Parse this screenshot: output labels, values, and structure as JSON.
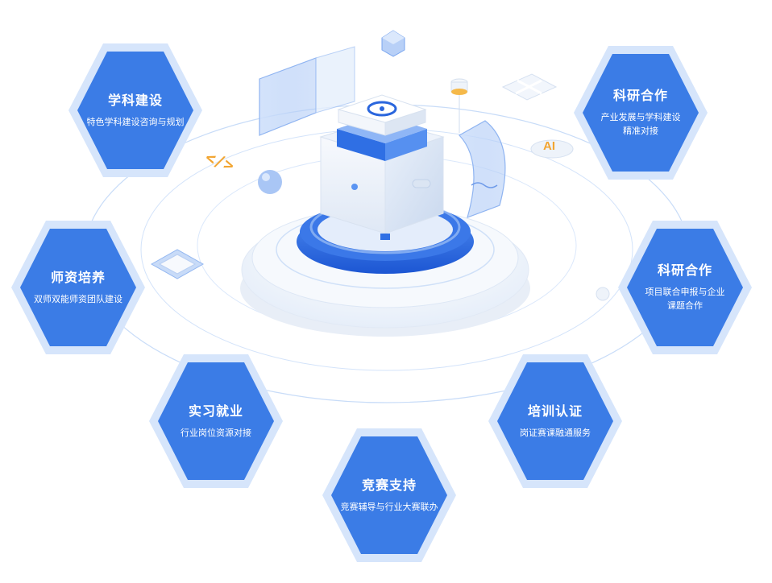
{
  "nodes": [
    {
      "id": "discipline",
      "title": "学科建设",
      "lines": [
        "特色学科建设咨询与规划"
      ]
    },
    {
      "id": "research-1",
      "title": "科研合作",
      "lines": [
        "产业发展与学科建设",
        "精准对接"
      ]
    },
    {
      "id": "faculty",
      "title": "师资培养",
      "lines": [
        "双师双能师资团队建设"
      ]
    },
    {
      "id": "research-2",
      "title": "科研合作",
      "lines": [
        "项目联合申报与企业",
        "课题合作"
      ]
    },
    {
      "id": "internship",
      "title": "实习就业",
      "lines": [
        "行业岗位资源对接"
      ]
    },
    {
      "id": "training",
      "title": "培训认证",
      "lines": [
        "岗证赛课融通服务"
      ]
    },
    {
      "id": "competition",
      "title": "竞赛支持",
      "lines": [
        "竞赛辅导与行业大赛联办"
      ]
    }
  ],
  "icon_labels": {
    "code": "</>",
    "ai": "AI"
  },
  "colors": {
    "hex_fill": "#3b7ce6",
    "hex_ring": "#d6e5fb",
    "accent": "#1f5fd8",
    "ring_line": "#b9d2f7"
  }
}
